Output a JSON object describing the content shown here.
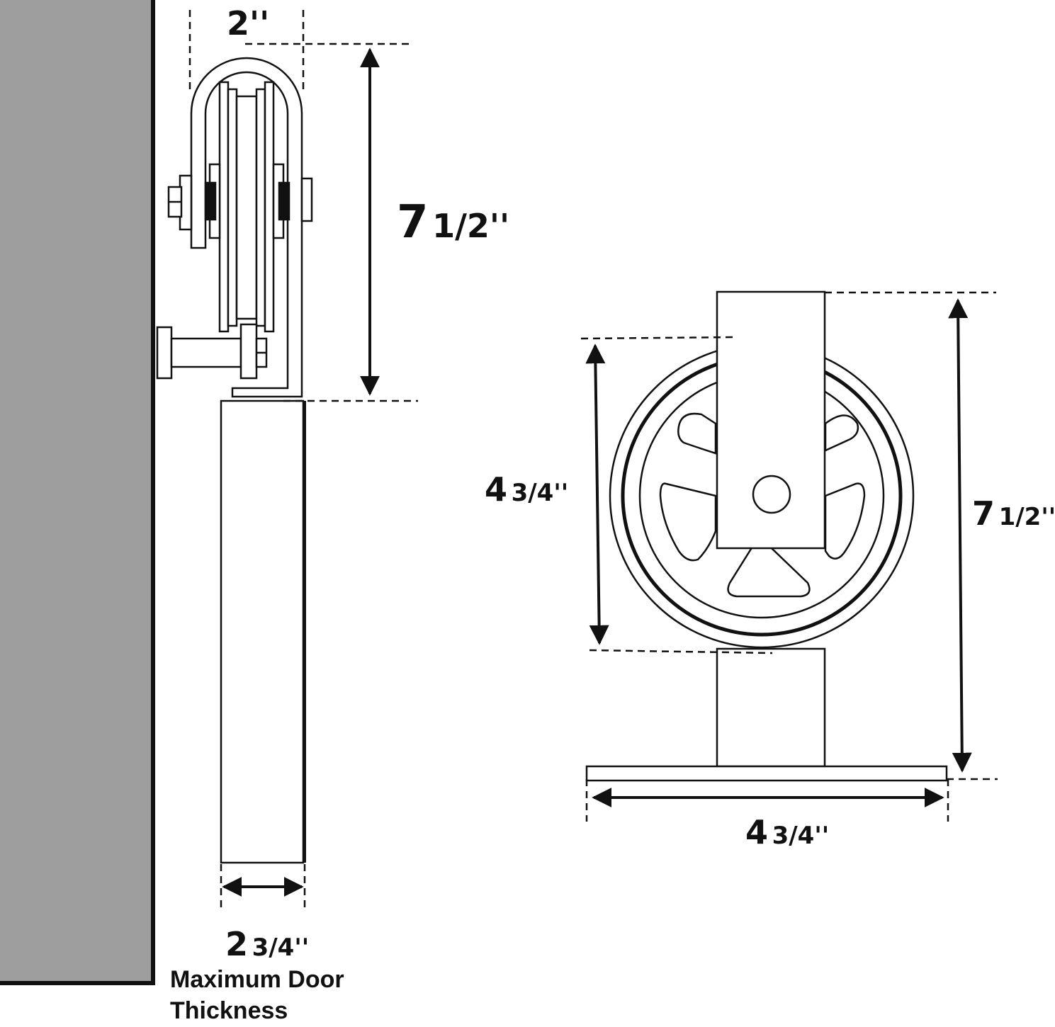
{
  "side_view": {
    "width_label": "2''",
    "height_whole": "7",
    "height_frac": "1/2''",
    "door_whole": "2",
    "door_frac": "3/4''",
    "door_note_line1": "Maximum Door",
    "door_note_line2": "Thickness"
  },
  "front_view": {
    "wheel_whole": "4",
    "wheel_frac": "3/4''",
    "height_whole": "7",
    "height_frac": "1/2''",
    "base_whole": "4",
    "base_frac": "3/4''"
  },
  "colors": {
    "wall": "#9e9e9e",
    "line": "#111111",
    "background": "#ffffff"
  }
}
